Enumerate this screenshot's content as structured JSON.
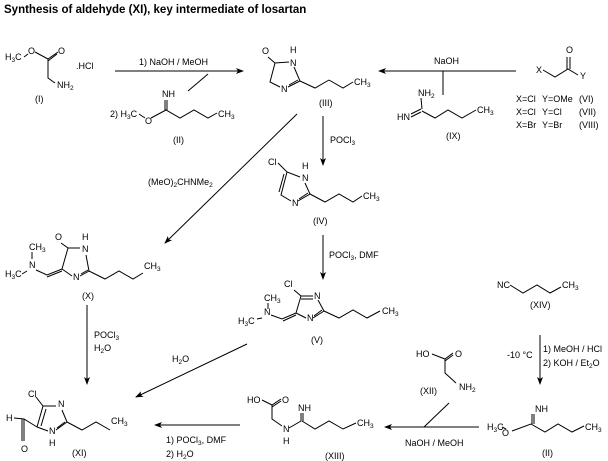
{
  "title": "Synthesis of aldehyde (XI), key intermediate of losartan",
  "compounds": {
    "I": {
      "label": "(I)",
      "h3c": "H3C",
      "o1": "O",
      "o2": "O",
      "nh2": "NH2",
      "salt": ".HCl"
    },
    "II_top": {
      "label": "(II)",
      "nh": "NH",
      "h3c": "2) H3C",
      "o": "O",
      "ch3": "CH3"
    },
    "III": {
      "label": "(III)",
      "o": "O",
      "h": "H",
      "n1": "N",
      "n2": "N",
      "ch3": "CH3"
    },
    "IX": {
      "label": "(IX)",
      "nh2": "NH2",
      "hn": "HN",
      "ch3": "CH3"
    },
    "VI": {
      "x": "X",
      "o": "O",
      "y": "Y",
      "variants": [
        {
          "x": "X=Cl",
          "y": "Y=OMe",
          "label": "(VI)"
        },
        {
          "x": "X=Cl",
          "y": "Y=Cl",
          "label": "(VII)"
        },
        {
          "x": "X=Br",
          "y": "Y=Br",
          "label": "(VIII)"
        }
      ]
    },
    "IV": {
      "label": "(IV)",
      "cl": "Cl",
      "h": "H",
      "n1": "N",
      "n2": "N",
      "ch3": "CH3"
    },
    "V": {
      "label": "(V)",
      "cl": "Cl",
      "ch3a": "CH3",
      "n": "N",
      "h3c": "H3C",
      "n1": "N",
      "n2": "N",
      "ch3": "CH3"
    },
    "X": {
      "label": "(X)",
      "o": "O",
      "h": "H",
      "n1": "N",
      "ch3a": "CH3",
      "n": "N",
      "h3c": "H3C",
      "n2": "N",
      "ch3": "CH3"
    },
    "XI": {
      "label": "(XI)",
      "cl": "Cl",
      "n": "N",
      "h_ald": "H",
      "o": "O",
      "nh_n": "N",
      "nh_h": "H",
      "ch3": "CH3"
    },
    "XIII": {
      "label": "(XIII)",
      "ho": "HO",
      "o": "O",
      "nh": "NH",
      "n": "N",
      "h": "H",
      "ch3": "CH3"
    },
    "XII": {
      "label": "(XII)",
      "ho": "HO",
      "o": "O",
      "nh2": "NH2"
    },
    "XIV": {
      "label": "(XIV)",
      "nc": "NC",
      "ch3": "CH3"
    },
    "II_bottom": {
      "label": "(II)",
      "nh": "NH",
      "h3c": "H3C",
      "o": "O",
      "ch3": "CH3"
    }
  },
  "reagents": {
    "I_to_III": "1) NaOH / MeOH",
    "VI_to_III": "NaOH",
    "III_to_IV": "POCl3",
    "III_to_X": "(MeO)2CHNMe2",
    "IV_to_V": "POCl3, DMF",
    "X_to_XI_1": "POCl3",
    "X_to_XI_2": "H2O",
    "V_to_XI": "H2O",
    "XIII_to_XI_1": "1) POCl3, DMF",
    "XIII_to_XI_2": "2) H2O",
    "II_to_XIII": "NaOH / MeOH",
    "XIV_to_II_temp": "-10 °C",
    "XIV_to_II_1": "1) MeOH / HCl",
    "XIV_to_II_2": "2) KOH / Et2O"
  }
}
